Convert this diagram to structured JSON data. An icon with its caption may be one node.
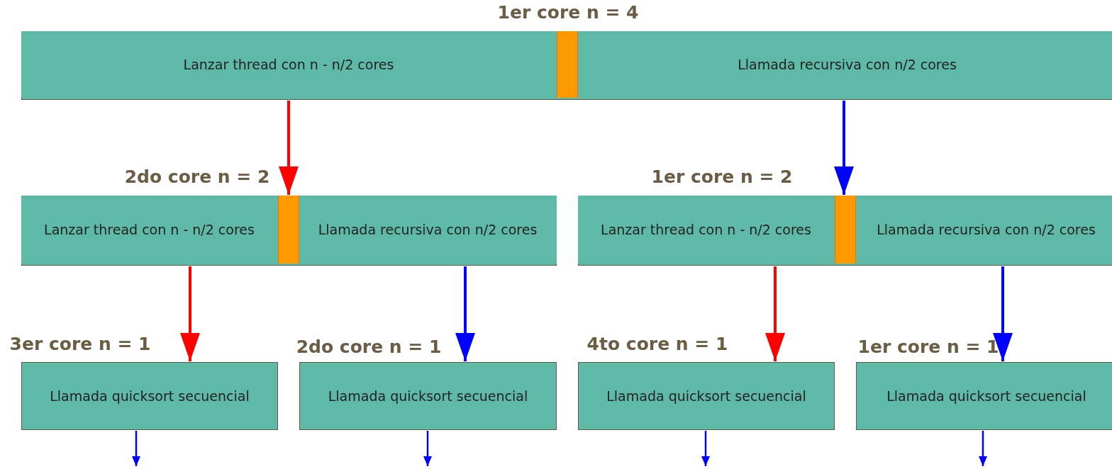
{
  "diagram": {
    "nodes": [
      {
        "text": [
          "1er core n = 4"
        ]
      },
      {
        "text": [
          "Lanzar thread con n - n/2 cores"
        ],
        "in": 0
      },
      {
        "text": [],
        "shape": "bar",
        "in": 0
      },
      {
        "text": [
          "Llamada recursiva con n/2 cores"
        ],
        "in": 0
      },
      {
        "text": [
          "2do core n = 2"
        ]
      },
      {
        "text": [
          "Lanzar thread con n - n/2 cores"
        ],
        "in": 4
      },
      {
        "text": [],
        "shape": "bar",
        "in": 4
      },
      {
        "text": [
          "Llamada recursiva con n/2 cores"
        ],
        "in": 4
      },
      {
        "text": [
          "1er core n = 2"
        ]
      },
      {
        "text": [
          "Lanzar thread con n - n/2 cores"
        ],
        "in": 8
      },
      {
        "text": [],
        "shape": "bar",
        "in": 8
      },
      {
        "text": [
          "Llamada recursiva con n/2 cores"
        ],
        "in": 8
      },
      {
        "text": [
          "3er core n = 1",
          "Llamada quicksort secuencial"
        ]
      },
      {
        "text": [
          "2do core n = 1",
          "Llamada quicksort secuencial"
        ]
      },
      {
        "text": [
          "4to core n = 1",
          "Llamada quicksort secuencial"
        ]
      },
      {
        "text": [
          "1er core n = 1",
          "Llamada quicksort secuencial"
        ]
      }
    ],
    "edges": [
      {
        "from": 1,
        "to": 4,
        "arrow": "to",
        "color": "#ff0000"
      },
      {
        "from": 3,
        "to": 8,
        "arrow": "to"
      },
      {
        "from": 5,
        "to": 12,
        "arrow": "to",
        "color": "#ff0000"
      },
      {
        "from": 7,
        "to": 13,
        "arrow": "to"
      },
      {
        "from": 9,
        "to": 14,
        "arrow": "to",
        "color": "#ff0000"
      },
      {
        "from": 11,
        "to": 15,
        "arrow": "to"
      },
      {
        "from": 12,
        "to": null,
        "arrow": "to"
      },
      {
        "from": 13,
        "to": null,
        "arrow": "to"
      },
      {
        "from": 14,
        "to": null,
        "arrow": "to"
      },
      {
        "from": 15,
        "to": null,
        "arrow": "to"
      }
    ]
  }
}
